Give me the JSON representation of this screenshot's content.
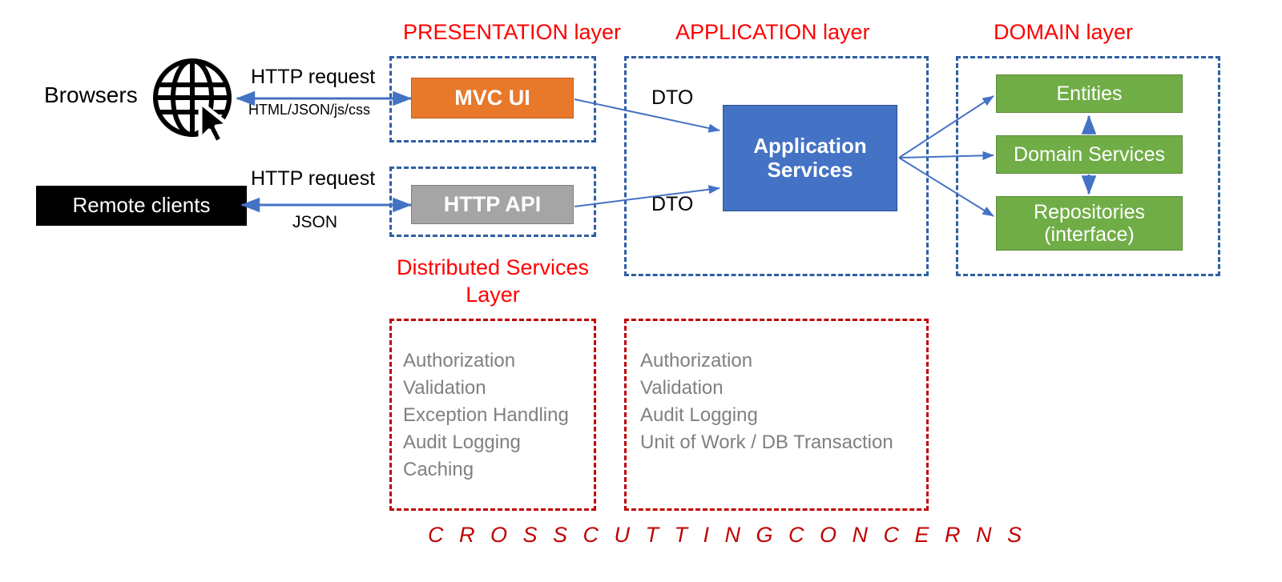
{
  "diagram": {
    "title_layers": [
      {
        "id": "presentation",
        "label": "PRESENTATION layer"
      },
      {
        "id": "application",
        "label": "APPLICATION layer"
      },
      {
        "id": "domain",
        "label": "DOMAIN layer"
      }
    ],
    "distributed_services_label_line1": "Distributed Services",
    "distributed_services_label_line2": "Layer",
    "cross_cutting_caption": "C R O S S    C U T T I N G    C O N C E R N S"
  },
  "clients": {
    "browsers_label": "Browsers",
    "globe_icon": "globe-cursor-icon",
    "remote_clients_label": "Remote clients"
  },
  "connectors": {
    "browser_request": "HTTP request",
    "browser_response": "HTML/JSON/js/css",
    "remote_request": "HTTP request",
    "remote_response": "JSON",
    "dto_top": "DTO",
    "dto_bottom": "DTO"
  },
  "presentation": {
    "mvc_ui": "MVC UI",
    "http_api": "HTTP API"
  },
  "application": {
    "application_services_line1": "Application",
    "application_services_line2": "Services"
  },
  "domain": {
    "entities": "Entities",
    "domain_services": "Domain Services",
    "repositories_line1": "Repositories",
    "repositories_line2": "(interface)"
  },
  "cross_cutting": {
    "distributed": [
      "Authorization",
      "Validation",
      "Exception Handling",
      "Audit Logging",
      "Caching"
    ],
    "application": [
      "Authorization",
      "Validation",
      "Audit Logging",
      "Unit of Work / DB Transaction"
    ]
  },
  "colors": {
    "layer_title": "#FF0000",
    "dash_blue": "#2E5FA3",
    "dash_red": "#C00000",
    "mvc_ui": "#E8792B",
    "http_api": "#A5A5A5",
    "application_services": "#4472C4",
    "domain_box": "#70AD47",
    "remote_clients": "#000000",
    "arrow": "#4472C4",
    "cross_cutting_text": "#808080"
  }
}
